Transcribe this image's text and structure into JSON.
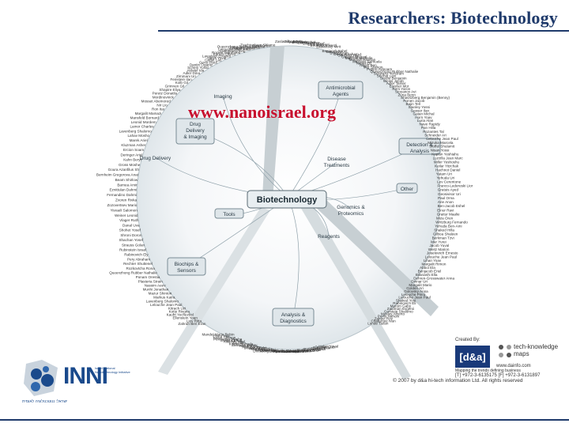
{
  "header": {
    "title": "Researchers: Biotechnology"
  },
  "overlay": {
    "url": "www.nanoisrael.org"
  },
  "map": {
    "center": "Biotechnology",
    "hubs": [
      {
        "id": "imaging",
        "label": "Imaging"
      },
      {
        "id": "drug-delivery-imaging",
        "label": "Drug Delivery & Imaging"
      },
      {
        "id": "drug-delivery",
        "label": "Drug Delivery"
      },
      {
        "id": "antimicrobial",
        "label": "Antimicrobial Agents"
      },
      {
        "id": "detection",
        "label": "Detection & Analysis"
      },
      {
        "id": "disease",
        "label": "Disease Treatments"
      },
      {
        "id": "other",
        "label": "Other"
      },
      {
        "id": "genomics",
        "label": "Genomics & Proteomics"
      },
      {
        "id": "tools",
        "label": "Tools"
      },
      {
        "id": "reagents",
        "label": "Reagents"
      },
      {
        "id": "biochips",
        "label": "Biochips & Sensors"
      },
      {
        "id": "analysis-diagnostics",
        "label": "Analysis & Diagnostics"
      }
    ],
    "left_names": [
      "Trachtenberg Shlomo",
      "Kapel Oren",
      "Queenzhong Rubber Nathalie",
      "Natalie Fernando",
      "Mangel Eshdav",
      "Lelouche Jean Paul",
      "Livenhberg Avig",
      "Rocker Mahmood",
      "Kamze Oksvo",
      "Lavadeer Ernesto",
      "Hews Yuval",
      "Griffet Lau",
      "Gerst Plaut",
      "Dantin Ogaritz",
      "Schein Yuval",
      "Aldalef Ida",
      "Adler Dina",
      "Zimmani Uri",
      "Feinstein Ilan",
      "Kolb Gil",
      "Grimnen Gil",
      "Shapire Eliya",
      "Peretz Donatila",
      "Mordinovnick",
      "Mosset Abemored",
      "Nir Lio",
      "Ron Itai",
      "Margalit Mamazi",
      "Mansfeld Bornard",
      "Leonid Mordem",
      "Lamor Charles",
      "Lavenberg Shalomo",
      "Lahav Mosho",
      "Marek Ariel",
      "Kluzman Asher",
      "Ercion Soam",
      "Deringer Ariel",
      "Kahn Beryl",
      "Gross Moshe",
      "Goura Azanfilus Sh",
      "Bernheim Gregorova Anat",
      "Bearn Shirlow",
      "Barnea Amir",
      "Eznittulan Dahmi",
      "Fernandino Dahmi",
      "Zvoren Rivka",
      "Zozovertsev Mario",
      "Yisraeli Salomon",
      "Weiner Leonid",
      "Vlager Ruth",
      "Danal Uva",
      "Shohet Yosef",
      "Shroni Doron",
      "Shachan Yosef",
      "Strauss Golan",
      "Rubinstein Israel",
      "Rabinovich Ely",
      "Pery Abraham",
      "Rechter Shuttenel",
      "Rozkovtcha Rona",
      "Queenzhong Rubber Nathalie",
      "Ponam Orestia",
      "Plasteria Strain",
      "Nassim Aeev",
      "Munhi Jonathan",
      "Mazur Shinton",
      "Markus Katra",
      "Lavenberg Shalomo",
      "Lelouche Jean Paul",
      "Kitrach Uzi",
      "Kotte Rivgna",
      "Kaufrt Yechezkel",
      "Ellenstein Yoan",
      "Lioy Ritta",
      "Zahrah Ben Eran"
    ],
    "top_names": [
      "Zaslavsky Jacob",
      "Gilboa Eran",
      "Adler Nava",
      "Shiboleth Ishai",
      "Zaichik Arthur",
      "Zarrabi Yusuf",
      "Eichmann Uri",
      "Elruhovich Herzl",
      "Zadiansky Mirit"
    ],
    "right_names": [
      "Benjacob Eshel",
      "Ben-Levy",
      "Braun Eran",
      "David Abraham J.",
      "Grinberg Yael",
      "Ganger Michael",
      "Marchat Michelle",
      "Margalit Raanan",
      "Margolis Samuela",
      "Natan Eti",
      "Najjar Ben",
      "Mor Shimon",
      "Pappo Avinoam",
      "Queenzhong Rubber Nathalie",
      "Schwartz Yehoram",
      "Shohat Levi",
      "Sredni Benjamin",
      "Weiss Jacob",
      "Adler Tamer",
      "Elasher Mor",
      "Rem Yaron",
      "Stoyanov Avi",
      "Zuna Benn",
      "Shavitzberg Benjamin (Benny)",
      "Ronen Jacob",
      "Bajin Tell",
      "Stanley Yossi",
      "Gasser Ilan",
      "Gatan Michal",
      "Horn Yoav",
      "Luria Alan",
      "Nave Rapidy",
      "Pan Hilla",
      "Rozantes Tal",
      "Schneider Ari",
      "Lelouche Jean Paul",
      "Mizuka Marcela",
      "Stoffel Shulamit",
      "Nisan Yossi",
      "Kaplan Yeshiahu",
      "Luzzilla Jean Marc",
      "Miller Yeshoshu",
      "Keilar Yitzchak",
      "Hachnot Daniel",
      "Yatam Uri",
      "Yehuda Uri",
      "Lev Cerentone",
      "Franco-Ledereski Lior",
      "Gratuis Ayed",
      "Geosivisor Uri",
      "Paul Orna",
      "Arie Anon",
      "Ben-Jacob Eshel",
      "Einur Ravi",
      "Graitur Maalie",
      "Miza Oren",
      "Wirtzburg Fernando",
      "Yehuda Ben-Ami",
      "Shaked Hilla",
      "Gilboa Shaleen",
      "Berkman Tzvi",
      "Mar Yurei",
      "Jacob Yuval",
      "Weitz Marion",
      "Joseleviich Ernesto",
      "Lelouche Jean Paul",
      "Lihan Yoav",
      "Margalit Rimon",
      "Abboi Ela",
      "Benjacob Eriel",
      "Bilanashi Ella",
      "Dehren-Grosswater Anna",
      "Dinnar Uri",
      "Margalit Mario",
      "Golden Ari",
      "Golovsky Anna",
      "Lelouche Pinni",
      "Lelouche Jean Paul",
      "Shaked Yosi",
      "Rabinovich Eli",
      "Marom Gaby",
      "Zaidman Evgenii",
      "Gerstein Shalomo",
      "Mosley Alberto",
      "Perlis Nahum",
      "Zahavi Roy",
      "Chatterjee Ivan",
      "Lunde Tazan"
    ],
    "bottom_names": [
      "Haber Yuval",
      "Gordon Gabi",
      "Bukov Ivan",
      "Sasha Eli",
      "Patish Evgeni",
      "Gazit Yuval",
      "Shapira Ehud",
      "Mandel Ehud",
      "Mandel Yossi",
      "Wilner Rachel",
      "Zarkelner Evan",
      "Zamir Yael",
      "Abrahams Asher",
      "Aviv Kuzno",
      "Shimon Yona",
      "Dimsberg Benjamin (Benny)",
      "Cohen Michelle",
      "Dvash Ilan",
      "Ben-Ami Ittai",
      "Gurinskii Eliz",
      "Baru Sarah",
      "Sharon Shirly",
      "Ashi Bobby",
      "Arie Naom",
      "Zahariya Benny",
      "Kozlov Yehuda",
      "Ziv Adi",
      "Kadosh Yigal",
      "Shapira Ehud",
      "Perlmutter Moshe",
      "Lazar Shimon",
      "Elmor Hila",
      "Mandel Maria Rubin"
    ]
  },
  "logos": {
    "inni": {
      "name": "INNI",
      "subtitle": "Israel National Nanotechnology Initiative",
      "tagline": "ישראל: ננוטכנולוגיה לאומית"
    },
    "created_by": "Created By:",
    "dandalogo": "[d&a]",
    "tkm_line1": "tech-knowledge",
    "tkm_line2": "maps",
    "dainfo_caption": "Mapping the trends defining business",
    "www": "www.dainfo.com",
    "phone": "[T] +972-3-6135175 [F] +972-3-6131897",
    "copyright": "© 2007 by d&a hi-tech information Ltd. All rights reserved"
  }
}
